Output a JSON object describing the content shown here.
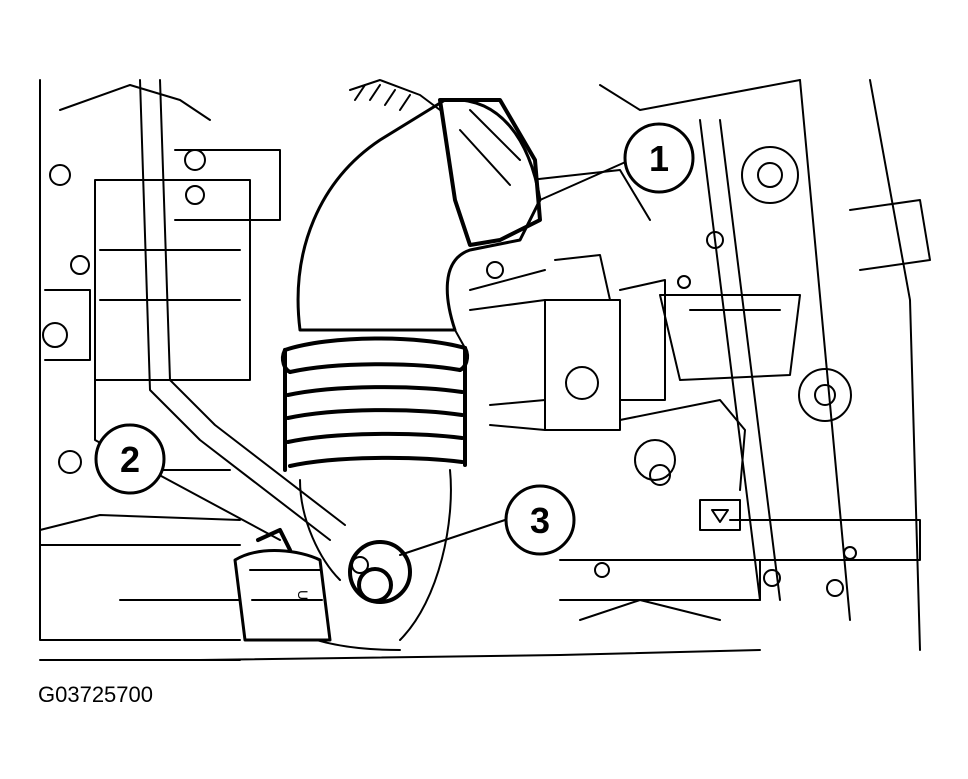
{
  "figure": {
    "id_code": "G03725700"
  },
  "callouts": [
    {
      "label": "1"
    },
    {
      "label": "2"
    },
    {
      "label": "3"
    }
  ]
}
